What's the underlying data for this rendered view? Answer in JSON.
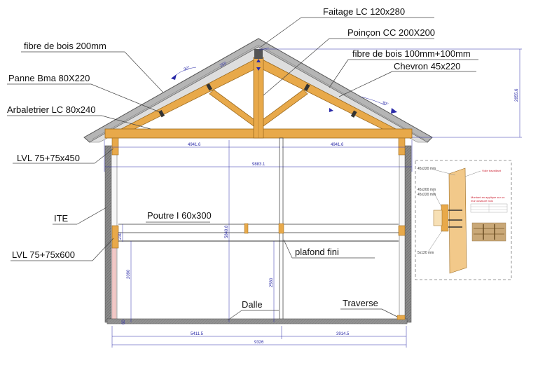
{
  "labels": {
    "faitage": "Faitage LC  120x280",
    "poincon": "Poinçon CC 200X200",
    "fibre200": "fibre de bois 200mm",
    "fibre100": "fibre de bois 100mm+100mm",
    "chevron": "Chevron 45x220",
    "panne": "Panne Bma  80X220",
    "arbaletrier": "Arbaletrier LC 80x240",
    "lvl450": "LVL 75+75x450",
    "ite": "ITE",
    "poutre": "Poutre I 60x300",
    "lvl600": "LVL 75+75x600",
    "plafond": "plafond fini",
    "dalle": "Dalle",
    "traverse": "Traverse"
  },
  "dimensions": {
    "half_left": "4941.6",
    "half_right": "4941.6",
    "span_total": "9883.1",
    "roof_height": "2855.6",
    "ridge_height": "5849.8",
    "wall_height": "2090",
    "floor_thk": "230",
    "storey": "2580",
    "slab": "60",
    "base_left": "5411.5",
    "base_right": "3914.5",
    "base_total": "9326",
    "angle_left": "30°",
    "angle_right": "30°",
    "ridge_small": "250"
  },
  "detail": {
    "top_label": "45x220 mm",
    "mid_label_1": "45x200 mm",
    "mid_label_2": "45x220 mm",
    "bottom_label": "5x120 mm",
    "right_label": "Voile travaillant",
    "red_note_1": "Montant en applique sur un",
    "red_note_2": "mur ossature bois"
  },
  "colors": {
    "wood": "#e8a94a",
    "wood_light": "#f2c98a",
    "roof": "#9a9a9a",
    "dim": "#2a2aa8",
    "wall": "#8c8c8c",
    "pink": "#f1c8c6"
  }
}
